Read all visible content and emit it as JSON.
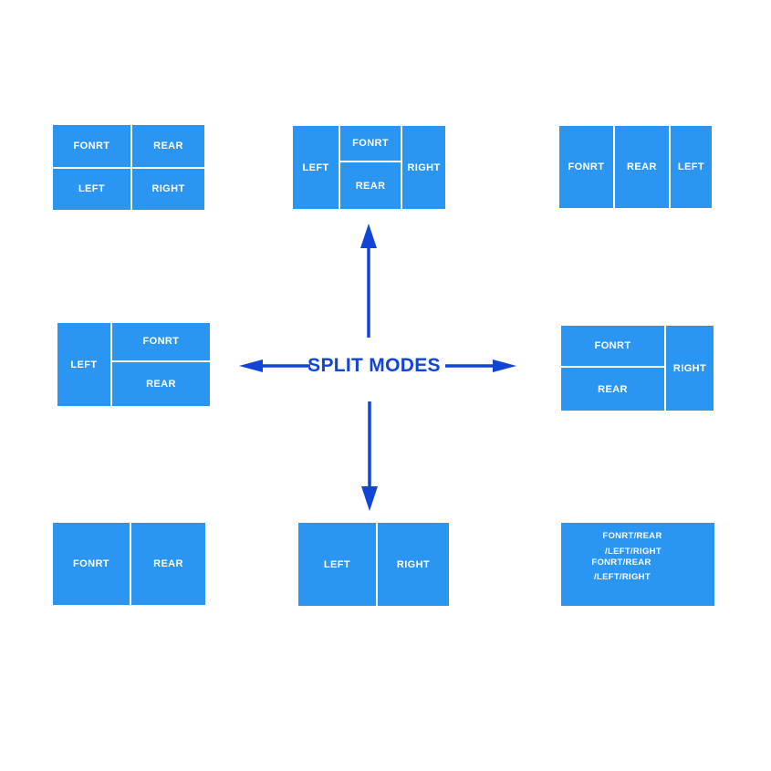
{
  "center": {
    "title": "SPLIT MODES"
  },
  "colors": {
    "background": "#ffffff",
    "box_fill": "#2B96F2",
    "divider": "#ffffff",
    "cell_text": "#ffffff",
    "accent": "#1245D6"
  },
  "boxes": {
    "top_left": {
      "cells": {
        "front": "FONRT",
        "rear": "REAR",
        "left": "LEFT",
        "right": "RIGHT"
      }
    },
    "top_center": {
      "cells": {
        "left": "LEFT",
        "front": "FONRT",
        "rear": "REAR",
        "right": "RIGHT"
      }
    },
    "top_right": {
      "cells": {
        "front": "FONRT",
        "rear": "REAR",
        "left": "LEFT"
      }
    },
    "middle_left": {
      "cells": {
        "left": "LEFT",
        "front": "FONRT",
        "rear": "REAR"
      }
    },
    "middle_right": {
      "cells": {
        "front": "FONRT",
        "rear": "REAR",
        "right": "RIGHT"
      }
    },
    "bottom_left": {
      "cells": {
        "front": "FONRT",
        "rear": "REAR"
      }
    },
    "bottom_center": {
      "cells": {
        "left": "LEFT",
        "right": "RIGHT"
      }
    },
    "bottom_right": {
      "lines": [
        "FONRT/REAR",
        "/LEFT/RIGHT",
        "FONRT/REAR",
        "/LEFT/RIGHT"
      ]
    }
  }
}
